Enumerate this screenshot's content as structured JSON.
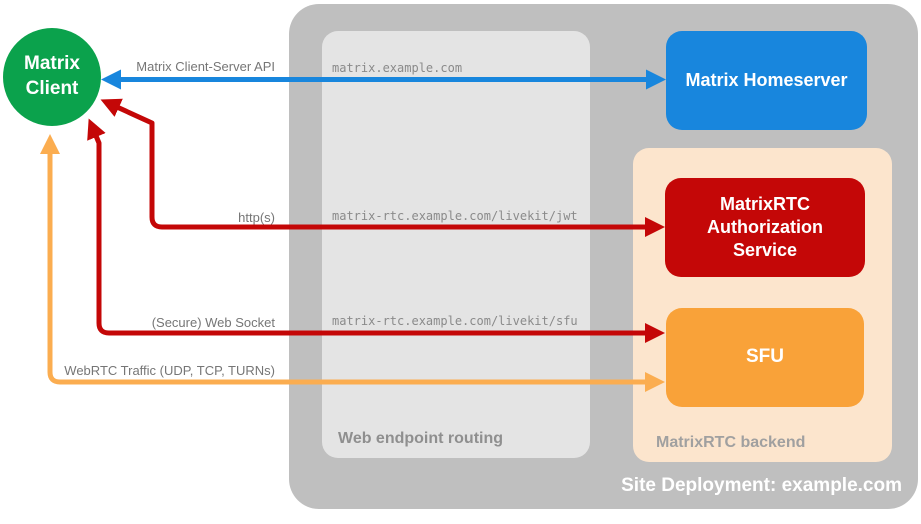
{
  "client": {
    "lines": [
      "Matrix",
      "Client"
    ],
    "color": "#0ba24c"
  },
  "homeserver": {
    "label": "Matrix Homeserver",
    "color": "#1886dd"
  },
  "auth_service": {
    "label": "MatrixRTC Authorization Service",
    "color": "#c40707"
  },
  "sfu": {
    "label": "SFU",
    "color": "#f9a239"
  },
  "site": {
    "label": "Site Deployment: example.com",
    "bg": "#bfbfbf"
  },
  "routing": {
    "label": "Web endpoint routing",
    "bg": "#e4e4e4",
    "endpoints": [
      "matrix.example.com",
      "matrix-rtc.example.com/livekit/jwt",
      "matrix-rtc.example.com/livekit/sfu"
    ]
  },
  "backend": {
    "label": "MatrixRTC backend",
    "bg": "#fce5cd"
  },
  "arrows": [
    {
      "name": "matrix-client-server-api",
      "label": "Matrix Client-Server API",
      "color": "#1886dd"
    },
    {
      "name": "https",
      "label": "http(s)",
      "color": "#c40707"
    },
    {
      "name": "secure-web-socket",
      "label": "(Secure) Web Socket",
      "color": "#c40707"
    },
    {
      "name": "webrtc-traffic",
      "label": "WebRTC Traffic (UDP, TCP, TURNs)",
      "color": "#fbad50"
    }
  ]
}
